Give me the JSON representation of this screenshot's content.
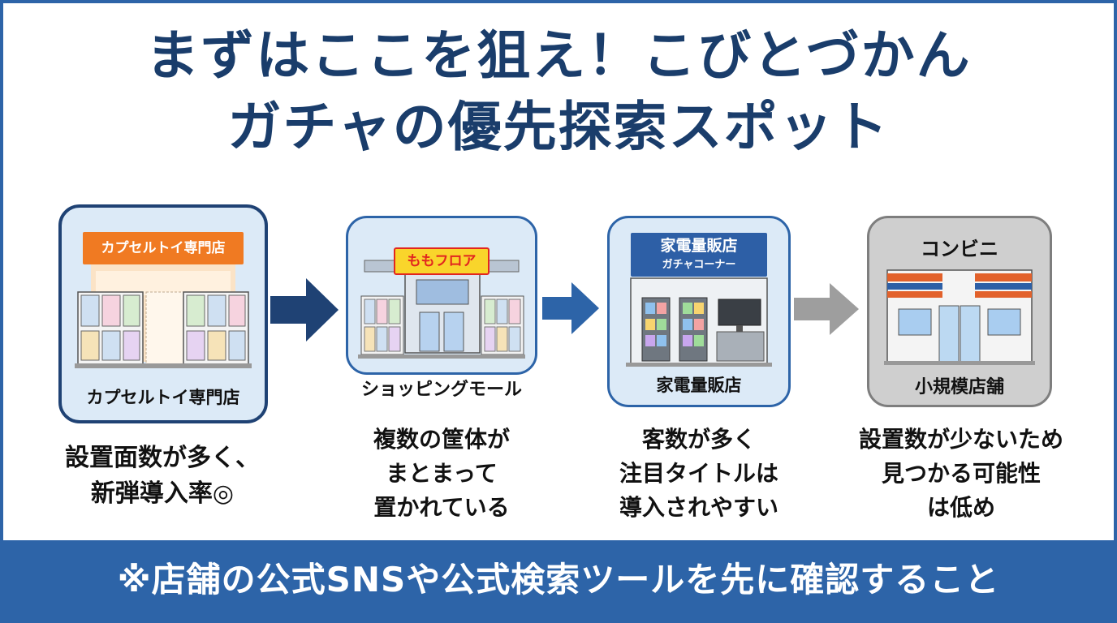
{
  "title": {
    "line1": "まずはここを狙え！こびとづかん",
    "line2": "ガチャの優先探索スポット"
  },
  "spots": [
    {
      "sign": "カプセルトイ専門店",
      "label": "カプセルトイ専門店",
      "desc": [
        "設置面数が多く、",
        "新弾導入率◎"
      ]
    },
    {
      "sign": "ももフロア",
      "label": "ショッピングモール",
      "desc": [
        "複数の筐体が",
        "まとまって",
        "置かれている"
      ]
    },
    {
      "sign": "家電量販店",
      "sign_sub": "ガチャコーナー",
      "label": "家電量販店",
      "desc": [
        "客数が多く",
        "注目タイトルは",
        "導入されやすい"
      ]
    },
    {
      "sign": "コンビニ",
      "label": "小規模店舗",
      "desc": [
        "設置数が少ないため",
        "見つかる可能性",
        "は低め"
      ]
    }
  ],
  "footer": "※店舗の公式SNSや公式検索ツールを先に確認すること",
  "colors": {
    "title": "#1a3d6b",
    "accent": "#2d64a8",
    "arrow_1": "#1f4274",
    "arrow_2": "#2d64a8",
    "arrow_3": "#9e9e9e",
    "card_blue_bg": "#dceaf7",
    "card_gray_bg": "#cfcfcf",
    "sign_orange": "#f07a22"
  },
  "icons": [
    "capsule-toy-shop-icon",
    "shopping-mall-icon",
    "electronics-store-icon",
    "convenience-store-icon",
    "right-arrow-icon"
  ]
}
